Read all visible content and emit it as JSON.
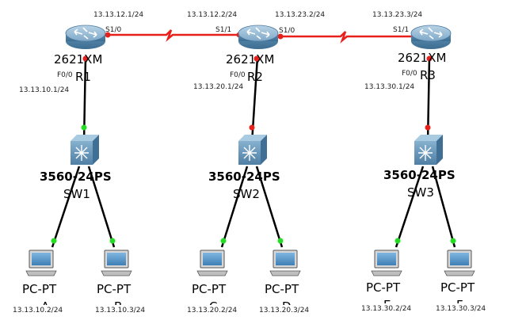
{
  "colors": {
    "serial_link": "#e8201c",
    "ethernet_link": "#000000",
    "port_up": "#22dd22",
    "port_down": "#e8201c",
    "device_blue": "#6f9fc0"
  },
  "routers": [
    {
      "name": "R1",
      "model": "2621XM",
      "f0_label": "F0/0",
      "f0_ip": "13.13.10.1/24"
    },
    {
      "name": "R2",
      "model": "2621XM",
      "f0_label": "F0/0",
      "f0_ip": "13.13.20.1/24"
    },
    {
      "name": "R3",
      "model": "2621XM",
      "f0_label": "F0/0",
      "f0_ip": "13.13.30.1/24"
    }
  ],
  "serial_links": [
    {
      "left_port": "S1/0",
      "left_ip": "13.13.12.1/24",
      "right_port": "S1/1",
      "right_ip": "13.13.12.2/24"
    },
    {
      "left_port": "S1/0",
      "left_ip": "13.13.23.2/24",
      "right_port": "S1/1",
      "right_ip": "13.13.23.3/24"
    }
  ],
  "switches": [
    {
      "name": "SW1",
      "model": "3560-24PS"
    },
    {
      "name": "SW2",
      "model": "3560-24PS"
    },
    {
      "name": "SW3",
      "model": "3560-24PS"
    }
  ],
  "pcs": [
    {
      "model": "PC-PT",
      "name": "A",
      "ip": "13.13.10.2/24"
    },
    {
      "model": "PC-PT",
      "name": "B",
      "ip": "13.13.10.3/24"
    },
    {
      "model": "PC-PT",
      "name": "C",
      "ip": "13.13.20.2/24"
    },
    {
      "model": "PC-PT",
      "name": "D",
      "ip": "13.13.20.3/24"
    },
    {
      "model": "PC-PT",
      "name": "E",
      "ip": "13.13.30.2/24"
    },
    {
      "model": "PC-PT",
      "name": "F",
      "ip": "13.13.30.3/24"
    }
  ]
}
